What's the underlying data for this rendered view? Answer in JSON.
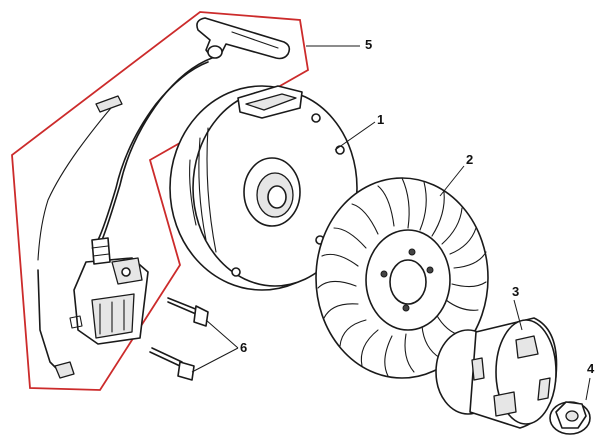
{
  "callouts": {
    "c1": "1",
    "c2": "2",
    "c3": "3",
    "c4": "4",
    "c5": "5",
    "c6": "6"
  },
  "colors": {
    "ink": "#1a1a1a",
    "boundary": "#cc2b2b",
    "background": "#ffffff"
  }
}
